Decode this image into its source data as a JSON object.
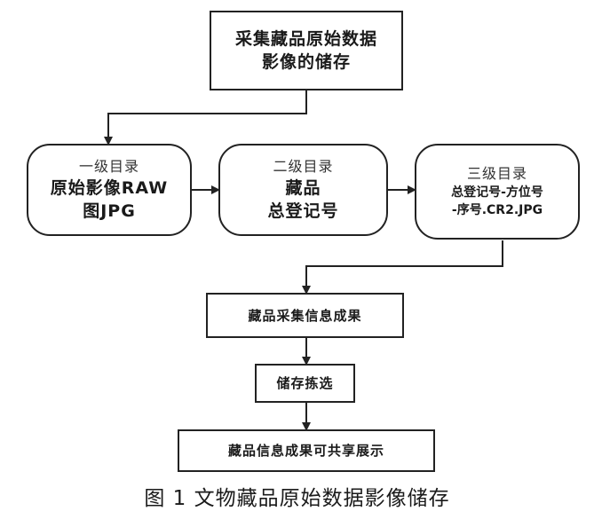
{
  "top_box": {
    "line1": "采集藏品原始数据",
    "line2": "影像的储存"
  },
  "level1": {
    "title": "一级目录",
    "line1": "原始影像RAW",
    "line2": "图JPG"
  },
  "level2": {
    "title": "二级目录",
    "line1": "藏品",
    "line2": "总登记号"
  },
  "level3": {
    "title": "三级目录",
    "line1": "总登记号-方位号",
    "line2": "-序号.CR2.JPG"
  },
  "result_box": {
    "label": "藏品采集信息成果"
  },
  "storage_box": {
    "label": "储存拣选"
  },
  "share_box": {
    "label": "藏品信息成果可共享展示"
  },
  "caption": "图 1  文物藏品原始数据影像储存"
}
